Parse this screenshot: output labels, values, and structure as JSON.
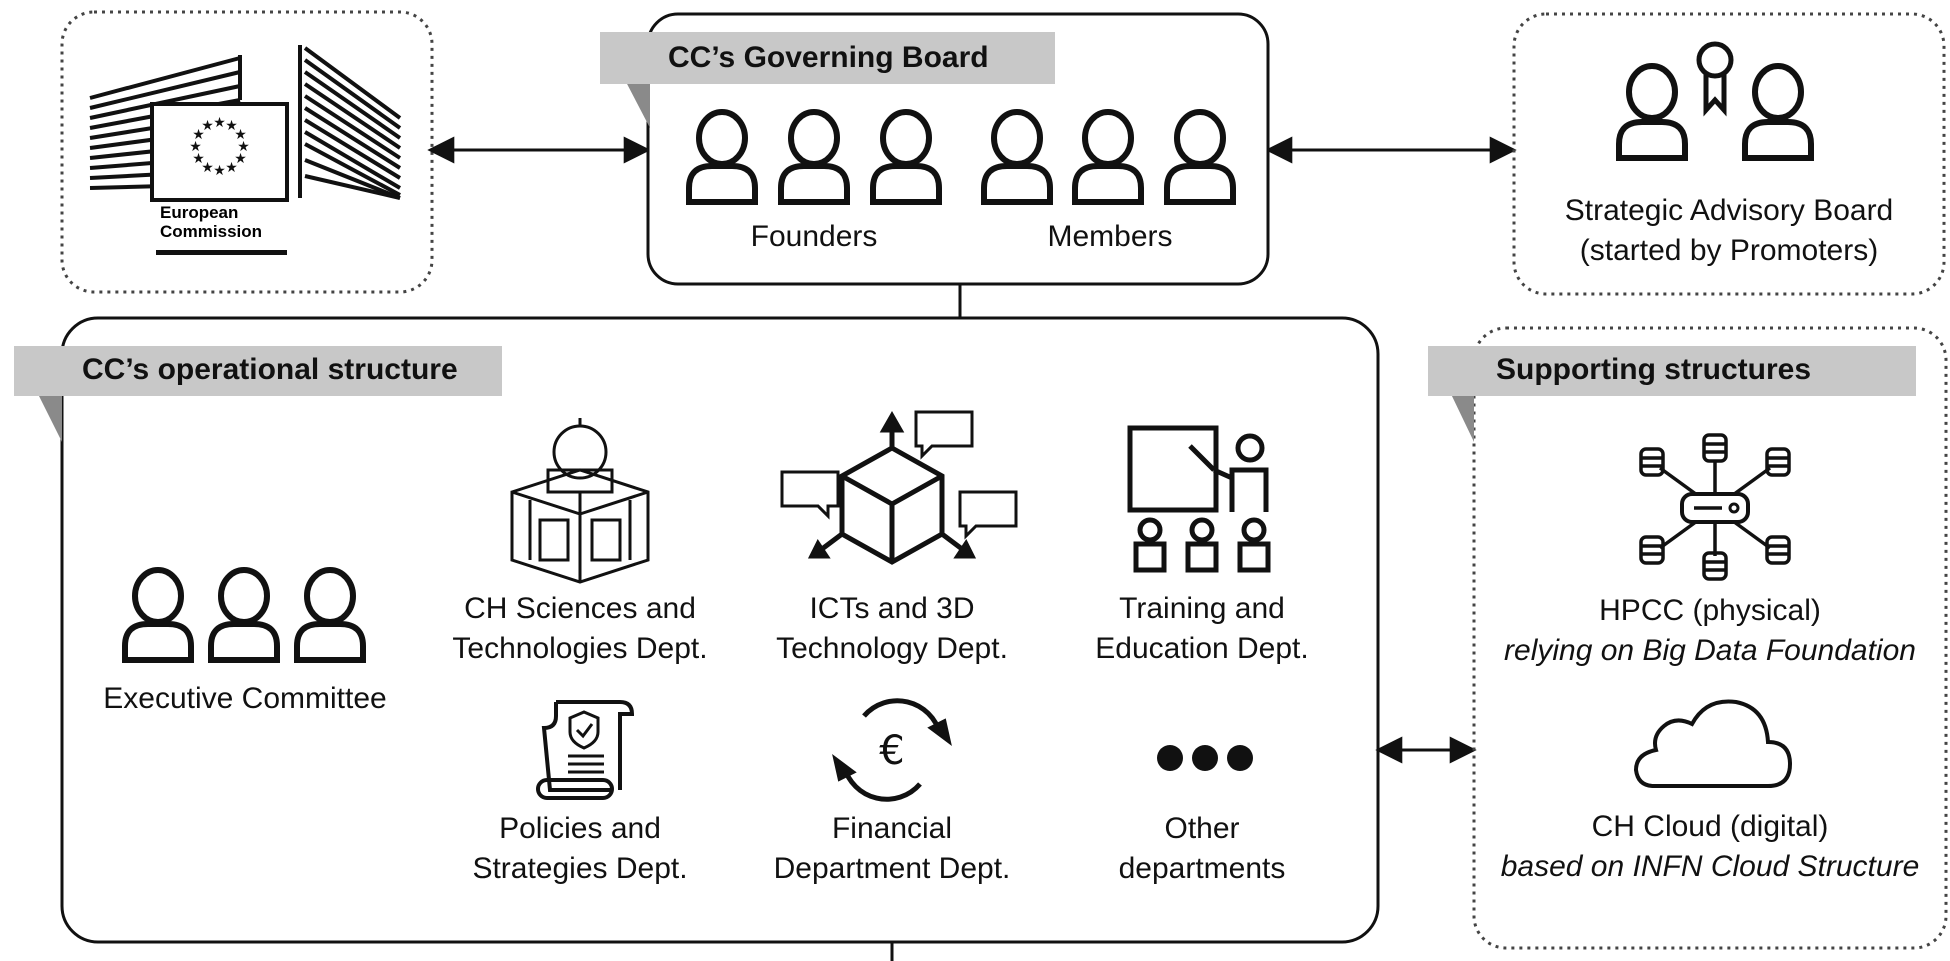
{
  "governing_board": {
    "title": "CC’s Governing Board",
    "founders_label": "Founders",
    "members_label": "Members"
  },
  "european_commission": {
    "line1": "European",
    "line2": "Commission"
  },
  "advisory_board": {
    "line1": "Strategic Advisory Board",
    "line2": "(started by Promoters)"
  },
  "operational": {
    "title": "CC’s operational structure",
    "executive_committee": "Executive Committee",
    "departments": [
      {
        "line1": "CH Sciences and",
        "line2": "Technologies Dept.",
        "icon": "temple-icon"
      },
      {
        "line1": "ICTs and 3D",
        "line2": "Technology Dept.",
        "icon": "cube-3d-icon"
      },
      {
        "line1": "Training and",
        "line2": "Education Dept.",
        "icon": "teacher-classroom-icon"
      },
      {
        "line1": "Policies and",
        "line2": "Strategies Dept.",
        "icon": "policy-scroll-icon"
      },
      {
        "line1": "Financial",
        "line2": "Department Dept.",
        "icon": "euro-cycle-icon"
      },
      {
        "line1": "Other",
        "line2": "departments",
        "icon": "ellipsis-icon"
      }
    ]
  },
  "supporting": {
    "title": "Supporting structures",
    "hpcc_line1": "HPCC (physical)",
    "hpcc_line2": "relying on Big Data Foundation",
    "cloud_line1": "CH Cloud (digital)",
    "cloud_line2": "based on INFN Cloud Structure"
  },
  "colors": {
    "tab_gray": "#c8c8c8",
    "tab_shadow": "#8a8a8a",
    "line": "#111111"
  }
}
